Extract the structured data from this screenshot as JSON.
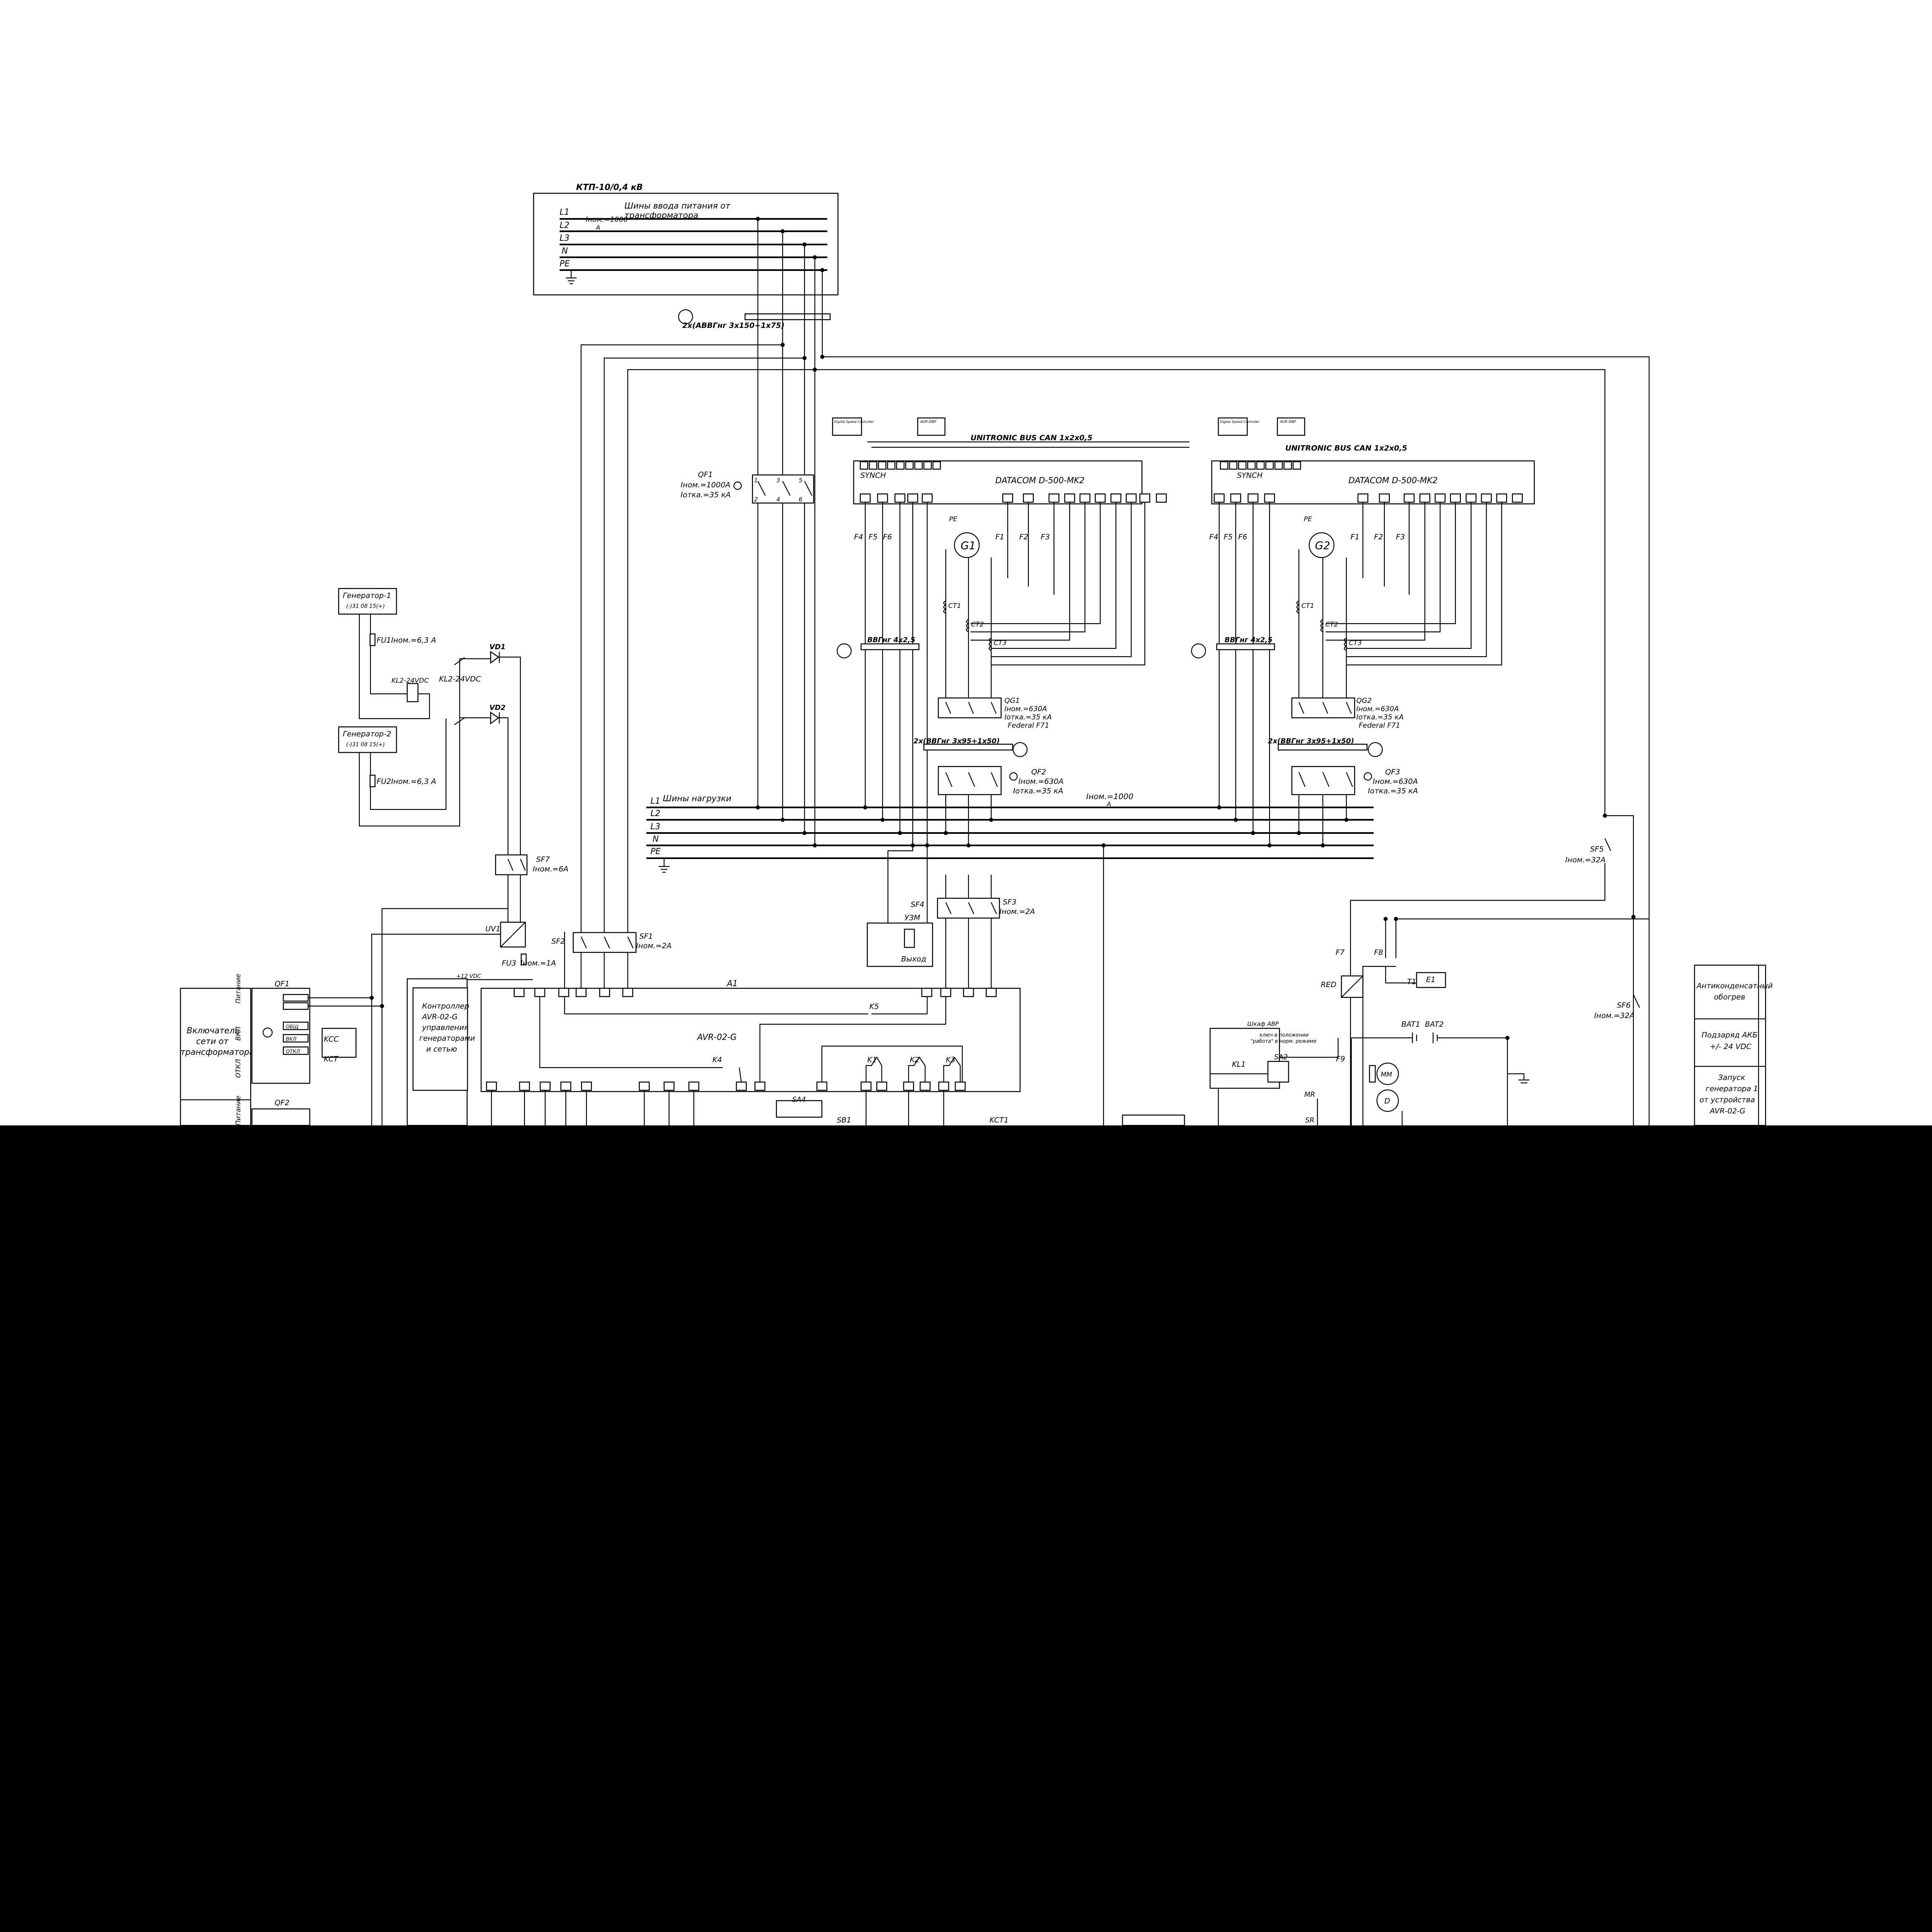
{
  "incoming": {
    "title": "КТП-10/0,4 кВ",
    "caption_1": "Шины ввода питания от",
    "caption_2": "трансформатора",
    "rating": "Iном.=1000",
    "rating_unit": "А",
    "buses": [
      "L1",
      "L2",
      "L3",
      "N",
      "PE"
    ]
  },
  "cables": {
    "main": "2х(АВВГнг 3х150+1х75)",
    "g1_control": "ВВГнг 4х2,5",
    "g2_control": "ВВГнг 4х2,5",
    "g1_power": "2х(ВВГнг 3х95+1х50)",
    "g2_power": "2х(ВВГнг 3х95+1х50)"
  },
  "qf1": {
    "name": "QF1",
    "inom": "Iном.=1000А",
    "iotk": "Iотка.=35 кА"
  },
  "controllers": [
    {
      "bus": "UNITRONIC BUS CAN 1х2х0,5",
      "synch": "SYNCH",
      "model": "DATACOM D-500-MK2",
      "small1": "Digital Speed Controller",
      "small2": "AVR-DBF",
      "gen": "G1",
      "ct": [
        "CT1",
        "CT2",
        "CT3"
      ],
      "fuses": [
        "F4",
        "F5",
        "F6",
        "F1",
        "F2",
        "F3"
      ],
      "qg": {
        "name": "QG1",
        "inom": "Iном.=630А",
        "iotk": "Iотка.=35 кА",
        "brand": "Federal F71"
      },
      "qf": {
        "name": "QF2",
        "inom": "Iном.=630А",
        "iotk": "Iотка.=35 кА"
      }
    },
    {
      "bus": "UNITRONIC BUS CAN 1х2х0,5",
      "synch": "SYNCH",
      "model": "DATACOM D-500-MK2",
      "small1": "Digital Speed Controller",
      "small2": "AVR-DBF",
      "gen": "G2",
      "ct": [
        "CT1",
        "CT2",
        "CT3"
      ],
      "fuses": [
        "F4",
        "F5",
        "F6",
        "F1",
        "F2",
        "F3"
      ],
      "qg": {
        "name": "QG2",
        "inom": "Iном.=630А",
        "iotk": "Iотка.=35 кА",
        "brand": "Federal F71"
      },
      "qf": {
        "name": "QF3",
        "inom": "Iном.=630А",
        "iotk": "Iотка.=35 кА"
      }
    }
  ],
  "load": {
    "caption": "Шины нагрузки",
    "rating": "Iном.=1000",
    "rating_unit": "А",
    "buses": [
      "L1",
      "L2",
      "L3",
      "N",
      "PE"
    ]
  },
  "aux": {
    "gen1_box": "Генератор-1",
    "gen1_sub": "(-)31 08 15(+)",
    "gen2_box": "Генератор-2",
    "gen2_sub": "(-)31 08 15(+)",
    "fu1": "FU1Iном.=6,3 А",
    "fu2": "FU2Iном.=6,3 А",
    "kl2": "KL2-24VDC",
    "kl2b": "KL2-24VDC",
    "vd1": "VD1",
    "vd2": "VD2",
    "sf7": "SF7",
    "sf7_rating": "Iном.=6А",
    "uv1": "UV1",
    "fu3": "FU3",
    "fu3_rating": "Iном.=1А",
    "plus12": "+12 VDC",
    "sf2": "SF2",
    "sf1": "SF1",
    "sf1_rating": "Iном.=2А",
    "sf4": "SF4",
    "sf3": "SF3",
    "sf3_rating": "Iном.=2А",
    "uzm": "УЗМ",
    "vyhod": "Выход",
    "a1": "A1",
    "k5": "K5",
    "k4": "K4",
    "avr_label": "AVR-02-G",
    "controller_box": [
      "Контроллер",
      "AVR-02-G",
      "управления",
      "генераторами",
      "и сетью"
    ],
    "k1": "K1",
    "k2": "K2",
    "k3": "K3",
    "sa4": "SA4",
    "sb1": "SB1",
    "kct1": "KCT1"
  },
  "left_panel": {
    "qf1": "QF1",
    "qf2": "QF2",
    "text": [
      "Включатель",
      "сети от",
      "трансформатора"
    ],
    "side1": "Питание",
    "side2": "ВКЛ",
    "side3": "ОТКЛ",
    "side4": "Питание",
    "kcc": "KCC",
    "kct": "KCT",
    "obsh": "ОБЩ",
    "vkl": "ВКЛ",
    "otkl": "ОТКЛ"
  },
  "right_side": {
    "sf5": "SF5",
    "sf5_rating": "Iном.=32А",
    "sf6": "SF6",
    "sf6_rating": "Iном.=32А",
    "f7": "F7",
    "f8": "F8",
    "f9": "F9",
    "red": "RED",
    "e1": "E1",
    "t1": "T1",
    "bat1": "BAT1",
    "bat2": "BAT2",
    "avr_shield": "Шкаф АВР",
    "key_note_1": "ключ в положении",
    "key_note_2": "\"работа\" в норм. режиме",
    "kl1": "KL1",
    "sa2": "SA2",
    "mm": "MM",
    "d": "D",
    "mr": "MR",
    "sr": "SR"
  },
  "legend": [
    {
      "text": [
        "Антиконденсатный",
        "обогрев"
      ]
    },
    {
      "text": [
        "Подзаряд АКБ",
        "+/- 24 VDC"
      ]
    },
    {
      "text": [
        "Запуск",
        "генератора 1",
        "от устройства",
        "AVR-02-G"
      ]
    }
  ]
}
